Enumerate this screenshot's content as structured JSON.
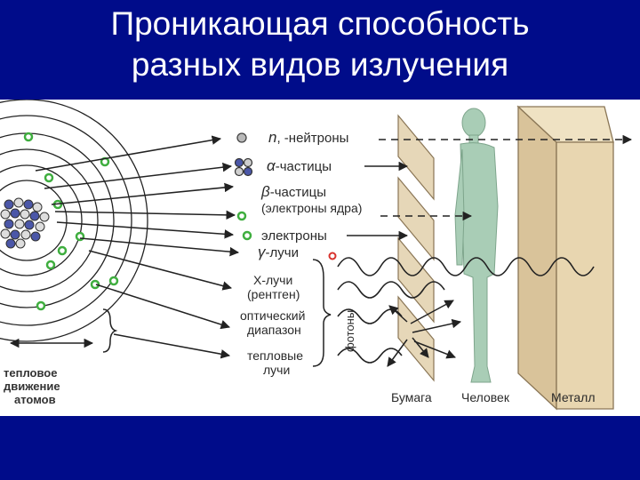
{
  "title": {
    "line1": "Проникающая способность",
    "line2": "разных видов излучения"
  },
  "radiation_types": {
    "neutrons": {
      "symbol": "n",
      "text": ", -нейтроны"
    },
    "alpha": {
      "symbol": "α",
      "text": "-частицы"
    },
    "beta": {
      "symbol": "β",
      "text": "-частицы",
      "sub": "(электроны ядра)"
    },
    "electrons": {
      "text": "электроны"
    },
    "gamma": {
      "symbol": "γ",
      "text": "-лучи"
    },
    "xray": {
      "line1": "Х-лучи",
      "line2": "(рентген)"
    },
    "optical": {
      "line1": "оптический",
      "line2": "диапазон"
    },
    "thermal": {
      "line1": "тепловые",
      "line2": "лучи"
    }
  },
  "photons_label": "фотоны",
  "thermal_motion": {
    "line1": "тепловое",
    "line2": "движение",
    "line3": "атомов"
  },
  "barriers": {
    "paper": "Бумага",
    "human": "Человек",
    "metal": "Металл"
  },
  "colors": {
    "background": "#000c8a",
    "panel": "#ffffff",
    "barrier_fill": "#e8d6b0",
    "barrier_stroke": "#8a7656",
    "human_fill": "#a9cdb6",
    "electron_green": "#3fae3f",
    "nucleon_blue": "#4b57a8",
    "gamma_red": "#d8322d"
  }
}
